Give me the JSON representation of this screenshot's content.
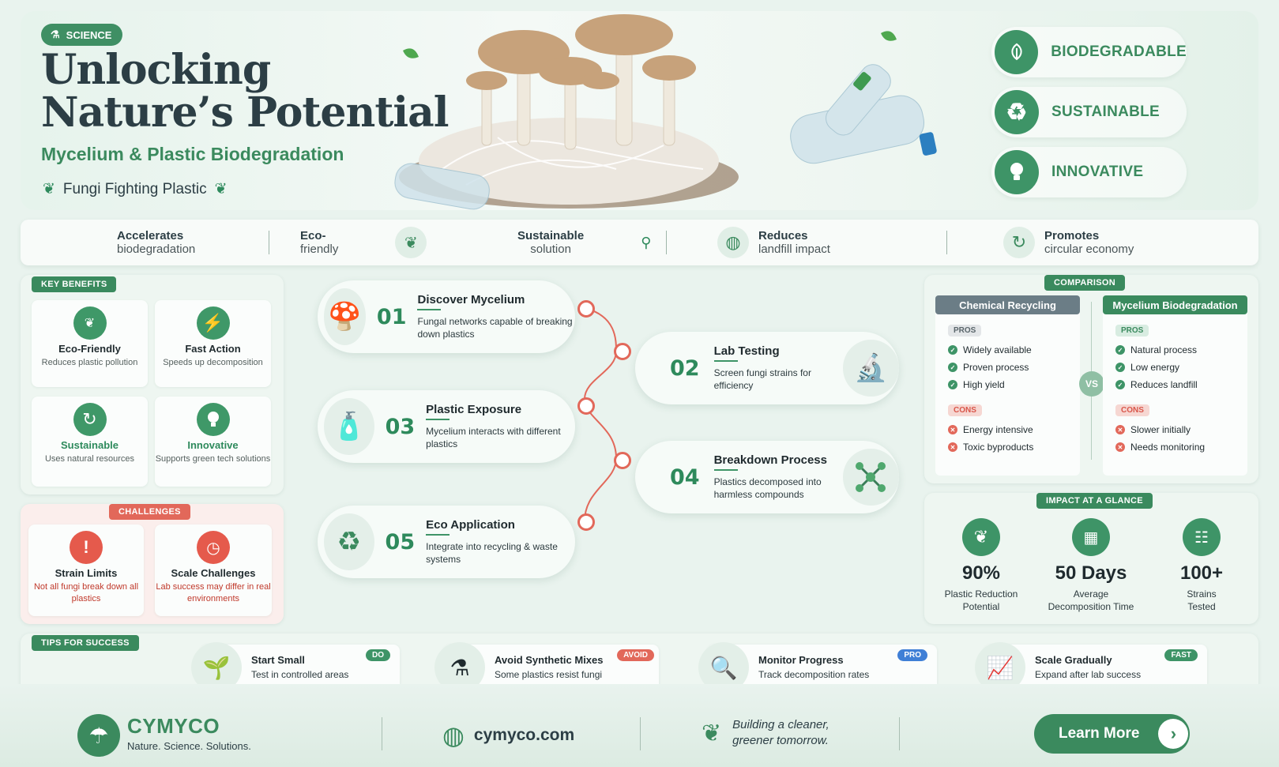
{
  "hero": {
    "badge": "SCIENCE",
    "title_line1": "Unlocking",
    "title_line2": "Nature’s Potential",
    "subtitle": "Mycelium & Plastic Biodegradation",
    "tagline": "Fungi Fighting Plastic",
    "tags": [
      {
        "label": "BIODEGRADABLE",
        "icon": "leaf-icon"
      },
      {
        "label": "SUSTAINABLE",
        "icon": "recycle-icon"
      },
      {
        "label": "INNOVATIVE",
        "icon": "lightbulb-icon"
      }
    ]
  },
  "strip": {
    "items": [
      {
        "line1": "Accelerates",
        "line2": "biodegradation"
      },
      {
        "line1": "Eco-",
        "line2": "friendly"
      },
      {
        "line1": "Sustainable",
        "line2": "solution"
      },
      {
        "line1": "Reduces",
        "line2": "landfill impact"
      },
      {
        "line1": "Promotes",
        "line2": "circular economy"
      }
    ]
  },
  "benefits": {
    "label": "KEY BENEFITS",
    "items": [
      {
        "title": "Eco-Friendly",
        "desc": "Reduces plastic pollution"
      },
      {
        "title": "Fast Action",
        "desc": "Speeds up decomposition"
      },
      {
        "title": "Sustainable",
        "desc": "Uses natural resources"
      },
      {
        "title": "Innovative",
        "desc": "Supports green tech solutions"
      }
    ]
  },
  "challenges": {
    "label": "CHALLENGES",
    "items": [
      {
        "title": "Strain Limits",
        "desc": "Not all fungi break down all plastics"
      },
      {
        "title": "Scale Challenges",
        "desc": "Lab success may differ in real environments"
      }
    ]
  },
  "steps": [
    {
      "num": "01",
      "title": "Discover Mycelium",
      "desc": "Fungal networks capable of breaking down plastics"
    },
    {
      "num": "02",
      "title": "Lab Testing",
      "desc": "Screen fungi strains for efficiency"
    },
    {
      "num": "03",
      "title": "Plastic Exposure",
      "desc": "Mycelium interacts with different plastics"
    },
    {
      "num": "04",
      "title": "Breakdown Process",
      "desc": "Plastics decomposed into harmless compounds"
    },
    {
      "num": "05",
      "title": "Eco Application",
      "desc": "Integrate into recycling & waste systems"
    }
  ],
  "comparison": {
    "label": "COMPARISON",
    "vs": "VS",
    "left": {
      "title": "Chemical Recycling",
      "pros_label": "PROS",
      "pros": [
        "Widely available",
        "Proven process",
        "High yield"
      ],
      "cons_label": "CONS",
      "cons": [
        "Energy intensive",
        "Toxic byproducts"
      ]
    },
    "right": {
      "title": "Mycelium Biodegradation",
      "pros_label": "PROS",
      "pros": [
        "Natural process",
        "Low energy",
        "Reduces landfill"
      ],
      "cons_label": "CONS",
      "cons": [
        "Slower initially",
        "Needs monitoring"
      ]
    }
  },
  "impact": {
    "label": "IMPACT AT A GLANCE",
    "items": [
      {
        "value": "90%",
        "line1": "Plastic Reduction",
        "line2": "Potential"
      },
      {
        "value": "50 Days",
        "line1": "Average",
        "line2": "Decomposition Time"
      },
      {
        "value": "100+",
        "line1": "Strains",
        "line2": "Tested"
      }
    ]
  },
  "tips": {
    "label": "TIPS FOR SUCCESS",
    "items": [
      {
        "title": "Start Small",
        "desc": "Test in controlled areas",
        "tag": "DO"
      },
      {
        "title": "Avoid Synthetic Mixes",
        "desc": "Some plastics resist fungi",
        "tag": "AVOID"
      },
      {
        "title": "Monitor Progress",
        "desc": "Track decomposition rates",
        "tag": "PRO"
      },
      {
        "title": "Scale Gradually",
        "desc": "Expand after lab success",
        "tag": "FAST"
      }
    ]
  },
  "footer": {
    "brand": "CYMYCO",
    "brand_tagline": "Nature. Science. Solutions.",
    "website": "cymyco.com",
    "motto_line1": "Building a cleaner,",
    "motto_line2": "greener tomorrow.",
    "cta": "Learn More"
  },
  "colors": {
    "brand_green": "#3b8a5e",
    "accent_red": "#e2685a",
    "dark_text": "#2c3e45",
    "chemical_header": "#6b7d86"
  }
}
